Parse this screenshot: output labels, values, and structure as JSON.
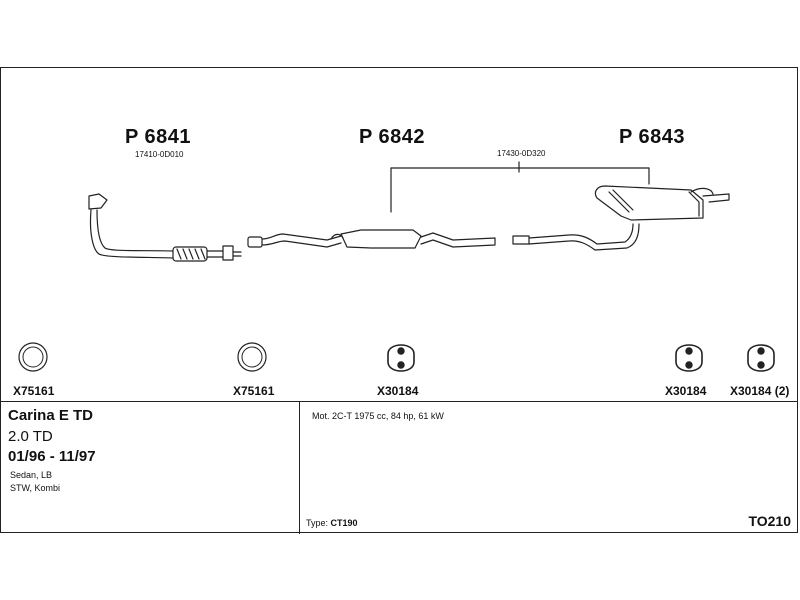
{
  "parts": [
    {
      "number": "P 6841",
      "oem": "17410-0D010"
    },
    {
      "number": "P 6842",
      "oem": ""
    },
    {
      "number": "P 6843",
      "oem": "17430-0D320"
    }
  ],
  "accessories": [
    {
      "code": "X75161",
      "icon": "ring-gasket-icon"
    },
    {
      "code": "X75161",
      "icon": "ring-gasket-icon"
    },
    {
      "code": "X30184",
      "icon": "rubber-hanger-icon"
    },
    {
      "code": "X30184",
      "icon": "rubber-hanger-icon"
    },
    {
      "code": "X30184 (2)",
      "icon": "rubber-hanger-icon"
    }
  ],
  "vehicle": {
    "model": "Carina E TD",
    "engine": "2.0 TD",
    "years": "01/96 - 11/97",
    "body_types": [
      "Sedan, LB",
      "STW, Kombi"
    ]
  },
  "motor": "Mot. 2C-T 1975 cc, 84 hp, 61 kW",
  "type_label": "Type:",
  "type_value": "CT190",
  "diagram_code": "TO210"
}
